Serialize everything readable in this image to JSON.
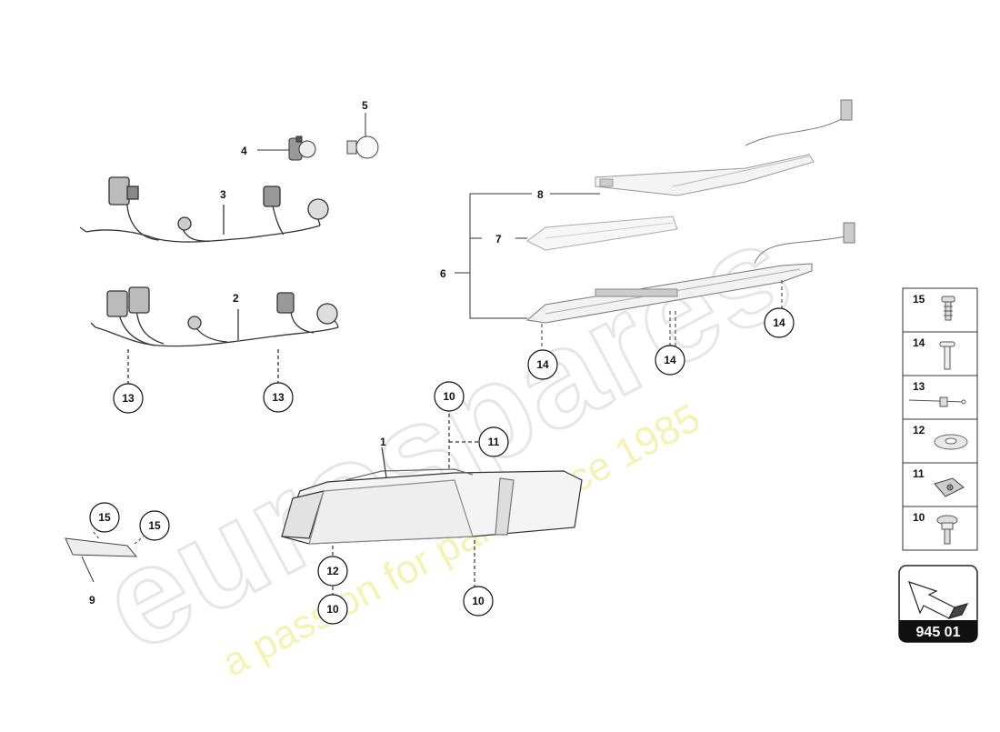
{
  "watermark": {
    "brand": "eurospares",
    "tagline": "a passion for parts since 1985"
  },
  "callouts": [
    {
      "id": "c1",
      "label": "1"
    },
    {
      "id": "c2",
      "label": "2"
    },
    {
      "id": "c3",
      "label": "3"
    },
    {
      "id": "c4",
      "label": "4"
    },
    {
      "id": "c5",
      "label": "5"
    },
    {
      "id": "c6",
      "label": "6"
    },
    {
      "id": "c7",
      "label": "7"
    },
    {
      "id": "c8",
      "label": "8"
    },
    {
      "id": "c9",
      "label": "9"
    }
  ],
  "circled_refs": [
    {
      "id": "r13a",
      "label": "13"
    },
    {
      "id": "r13b",
      "label": "13"
    },
    {
      "id": "r14a",
      "label": "14"
    },
    {
      "id": "r14b",
      "label": "14"
    },
    {
      "id": "r14c",
      "label": "14"
    },
    {
      "id": "r10a",
      "label": "10"
    },
    {
      "id": "r11a",
      "label": "11"
    },
    {
      "id": "r15a",
      "label": "15"
    },
    {
      "id": "r15b",
      "label": "15"
    },
    {
      "id": "r12a",
      "label": "12"
    },
    {
      "id": "r10b",
      "label": "10"
    },
    {
      "id": "r10c",
      "label": "10"
    }
  ],
  "legend": [
    {
      "number": "15",
      "icon": "screw-ribbed-icon"
    },
    {
      "number": "14",
      "icon": "pin-bolt-icon"
    },
    {
      "number": "13",
      "icon": "cable-tie-icon"
    },
    {
      "number": "12",
      "icon": "washer-icon"
    },
    {
      "number": "11",
      "icon": "clip-nut-icon"
    },
    {
      "number": "10",
      "icon": "flange-screw-icon"
    }
  ],
  "reference": {
    "code": "945 01",
    "icon": "view-arrow-icon"
  }
}
